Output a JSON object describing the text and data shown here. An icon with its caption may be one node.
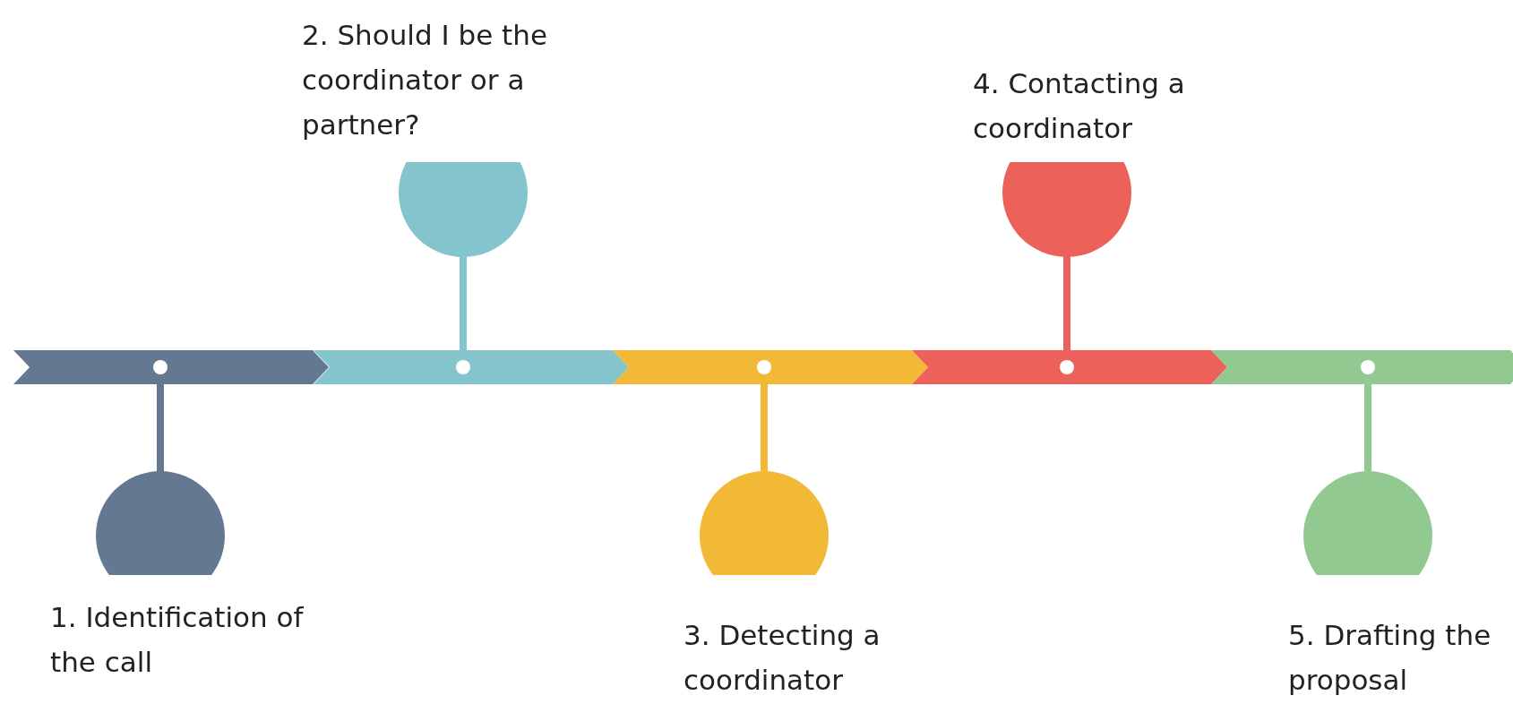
{
  "diagram": {
    "nodes": [
      {
        "text": [
          "1. Identification of the call"
        ]
      },
      {
        "text": [
          "2. Should I be the coordinator or a partner?"
        ]
      },
      {
        "text": [
          "3. Detecting a coordinator"
        ]
      },
      {
        "text": [
          "4. Contacting a coordinator"
        ]
      },
      {
        "text": [
          "5. Drafting the proposal"
        ]
      }
    ]
  }
}
